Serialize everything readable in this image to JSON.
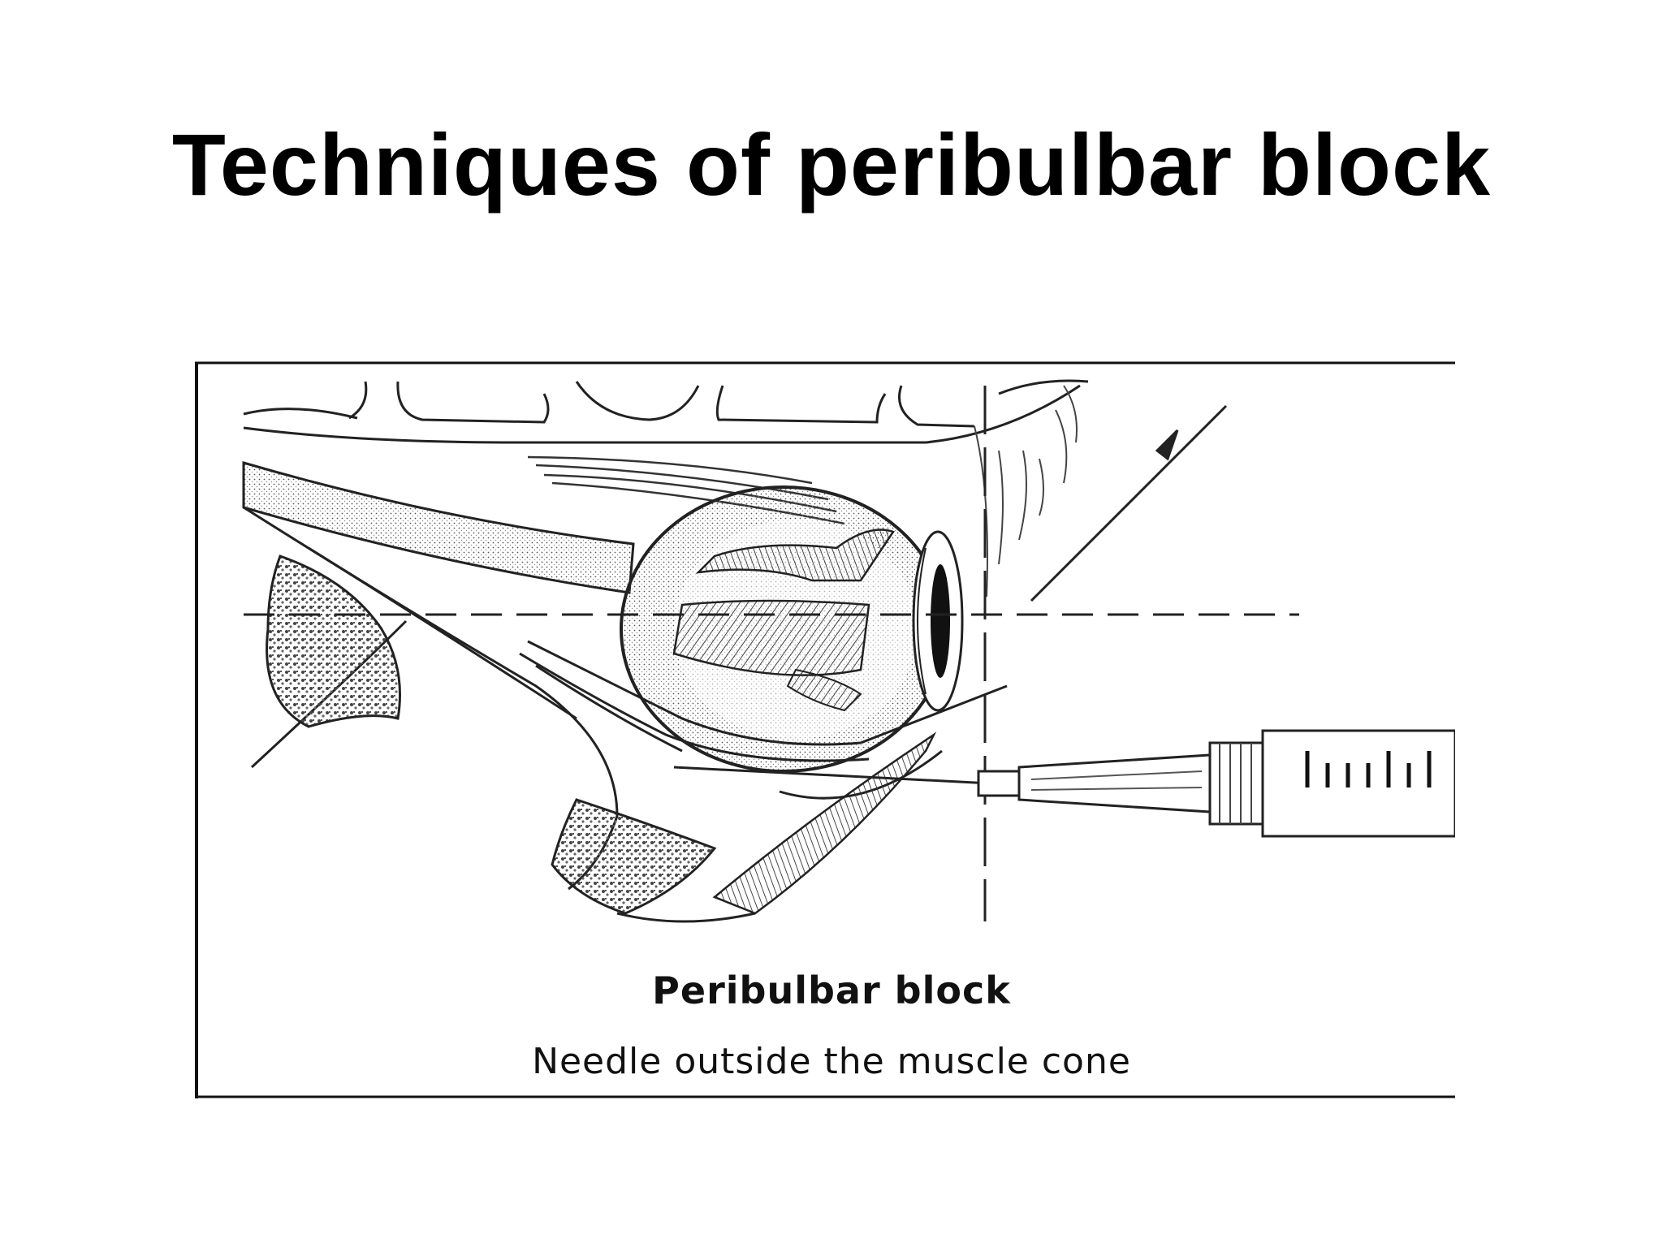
{
  "slide": {
    "title": "Techniques of peribulbar block"
  },
  "figure": {
    "caption_title": "Peribulbar block",
    "caption_subtitle": "Needle outside the muscle cone",
    "colors": {
      "line": "#222222",
      "frame": "#111111",
      "background": "#ffffff"
    }
  }
}
